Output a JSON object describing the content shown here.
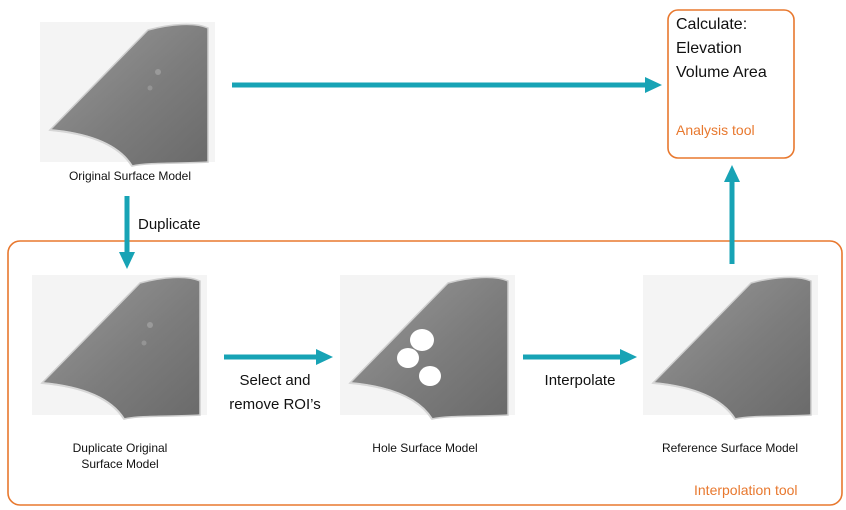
{
  "colors": {
    "arrow": "#17a3b5",
    "frame": "#e8782e",
    "surface": "#808080",
    "surface_edge": "#c9c9c9",
    "thumb_bg": "#f3f3f3"
  },
  "analysis_box": {
    "heading": "Calculate:",
    "line1": "Elevation",
    "line2": "Volume Area",
    "tool_label": "Analysis tool"
  },
  "interpolation_box": {
    "tool_label": "Interpolation tool"
  },
  "models": {
    "original": "Original Surface Model",
    "duplicate_line1": "Duplicate Original",
    "duplicate_line2": "Surface Model",
    "hole": "Hole Surface Model",
    "reference": "Reference Surface Model"
  },
  "steps": {
    "duplicate": "Duplicate",
    "select_line1": "Select and",
    "select_line2": "remove ROI’s",
    "interpolate": "Interpolate"
  }
}
